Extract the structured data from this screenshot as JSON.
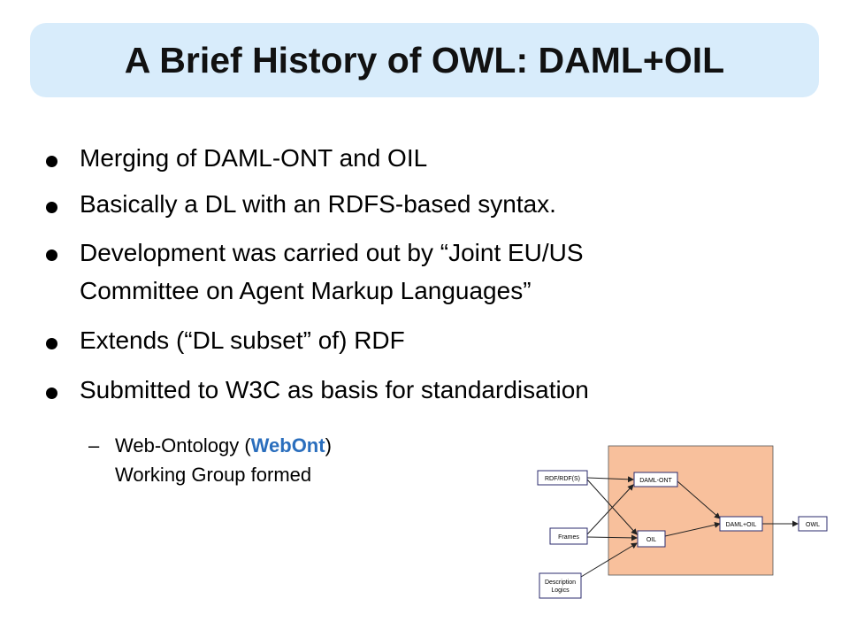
{
  "slide": {
    "title": "A Brief History of OWL: DAML+OIL",
    "bullets": [
      {
        "text": "Merging of DAML-ONT and OIL"
      },
      {
        "text": "Basically a DL with an RDFS-based syntax."
      },
      {
        "text_line1": "Development was carried out by “Joint EU/US",
        "text_line2": "Committee on Agent Markup Languages”"
      },
      {
        "text": "Extends (“DL subset” of) RDF"
      },
      {
        "text": "Submitted to W3C as basis for standardisation"
      }
    ],
    "sub_bullet": {
      "dash": "–",
      "prefix": "Web-Ontology (",
      "highlight": "WebOnt",
      "suffix": ")",
      "line2": "Working Group formed"
    },
    "diagram": {
      "nodes": {
        "rdf": "RDF/RDF(S)",
        "frames": "Frames",
        "dl_line1": "Description",
        "dl_line2": "Logics",
        "daml_ont": "DAML-ONT",
        "oil": "OIL",
        "daml_oil": "DAML+OIL",
        "owl": "OWL"
      },
      "colors": {
        "panel": "#f8c09c",
        "node_border": "#2b2b6e"
      }
    }
  }
}
